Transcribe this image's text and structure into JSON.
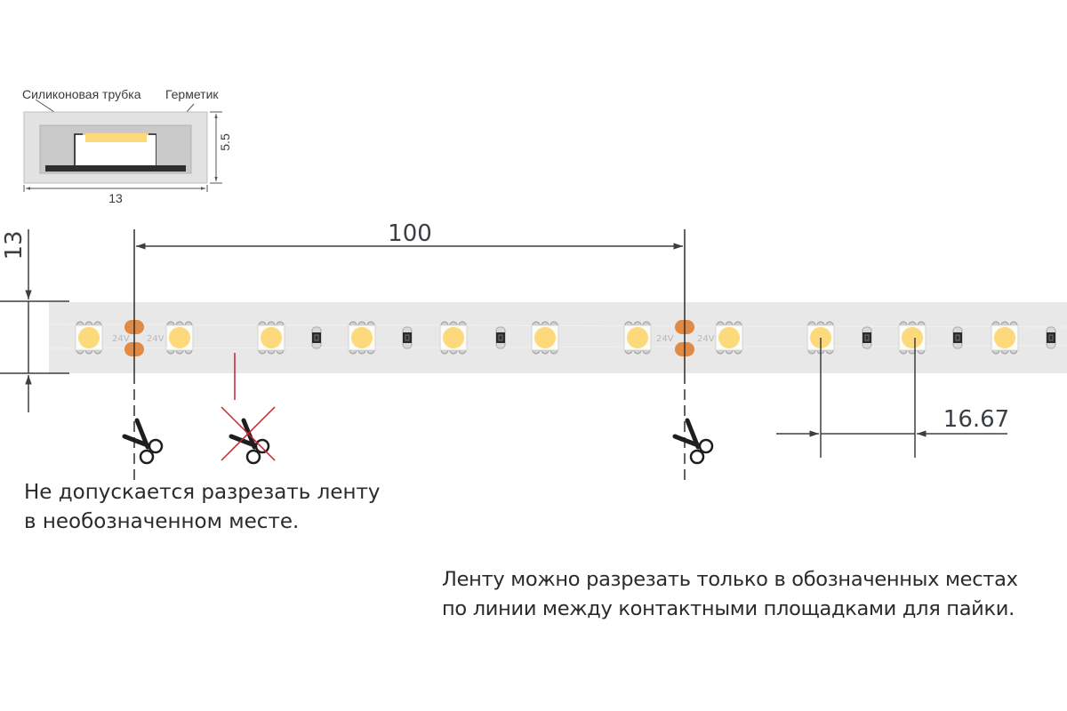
{
  "cross_section": {
    "label_tube": "Силиконовая трубка",
    "label_sealant": "Герметик",
    "width_dim": "13",
    "height_dim": "5.5"
  },
  "strip": {
    "height_dim": "13",
    "cut_interval_dim": "100",
    "led_pitch_dim": "16.67",
    "pad_voltage_label": "24V",
    "colors": {
      "strip_body": "#e8e8e8",
      "led_light": "#fcd97a",
      "solder_pad": "#e08a45",
      "forbidden_mark": "#c8202e",
      "dimension_line": "#3b3f44"
    }
  },
  "icons": {
    "allowed_cut": "scissors-icon",
    "forbidden_cut": "scissors-crossed-icon"
  },
  "notes": {
    "forbidden_line1": "Не допускается разрезать ленту",
    "forbidden_line2": "в необозначенном месте.",
    "allowed_line1": "Ленту можно разрезать только в обозначенных местах",
    "allowed_line2": "по линии между контактными площадками для пайки."
  }
}
